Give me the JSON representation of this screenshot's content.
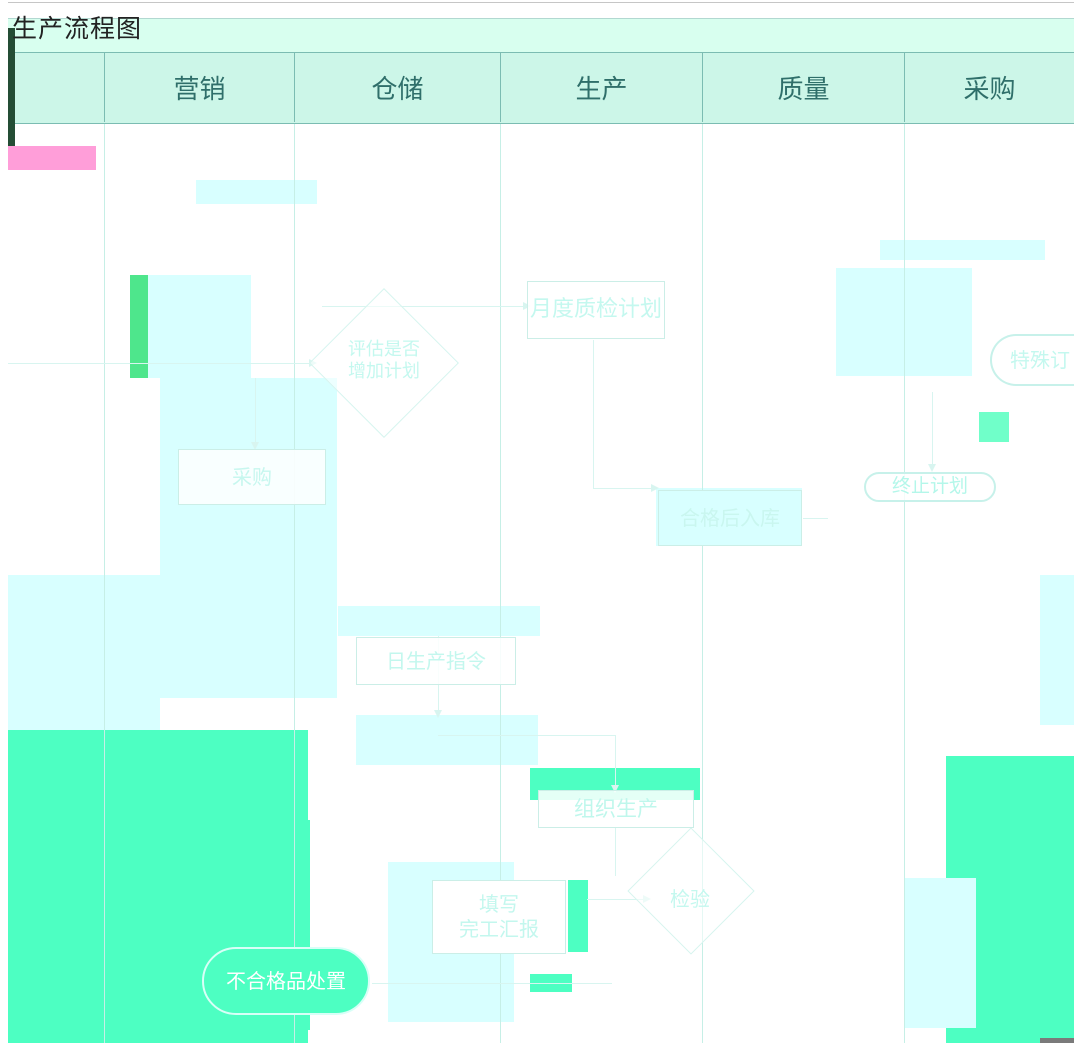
{
  "title": "生产流程图",
  "lanes": [
    {
      "label": "营销"
    },
    {
      "label": "仓储"
    },
    {
      "label": "生产"
    },
    {
      "label": "质量"
    },
    {
      "label": "采购"
    }
  ],
  "nodes": {
    "monthly_quality_plan": "月度质检计划",
    "evaluate_add_plan": "评估是否\n增加计划",
    "special_order": "特殊订",
    "purchase": "采购",
    "qualified_warehouse": "合格后入库",
    "terminate_plan": "终止计划",
    "daily_production_order": "日生产指令",
    "organize_production": "组织生产",
    "inspection": "检验",
    "completion_report": "填写\n完工汇报",
    "nonconforming_handling": "不合格品处置"
  },
  "colors": {
    "accent": "#4dffc2",
    "header_fill": "#ccf6e8",
    "border": "#7bbcb2",
    "pale_cyan": "#d8ffff",
    "pink": "#ff9ed9",
    "dark_green": "#244d35"
  }
}
